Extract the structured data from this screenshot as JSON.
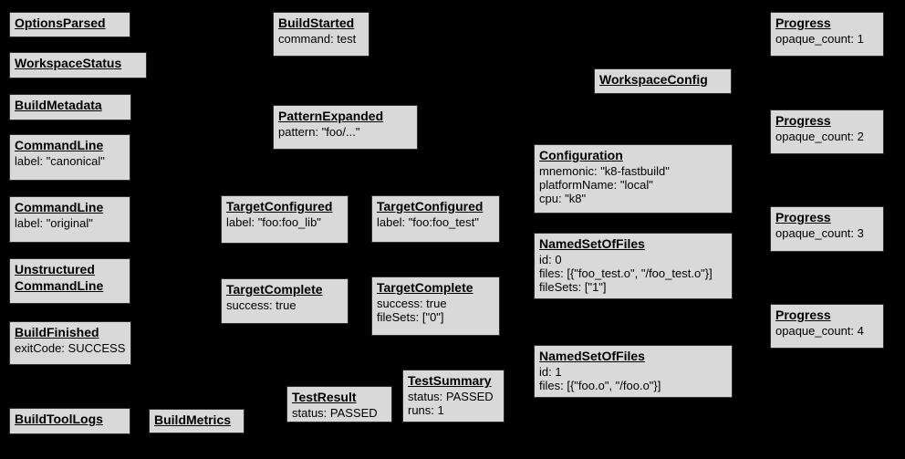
{
  "canvas": {
    "background": "#000000",
    "box_fill": "#d9d9d9",
    "box_border": "#2e2e2e",
    "text_color": "#000000"
  },
  "boxes": [
    {
      "id": "options-parsed",
      "title": "OptionsParsed",
      "lines": []
    },
    {
      "id": "workspace-status",
      "title": "WorkspaceStatus",
      "lines": []
    },
    {
      "id": "build-metadata",
      "title": "BuildMetadata",
      "lines": []
    },
    {
      "id": "command-line-canonical",
      "title": "CommandLine",
      "lines": [
        "label: \"canonical\""
      ]
    },
    {
      "id": "command-line-original",
      "title": "CommandLine",
      "lines": [
        "label: \"original\""
      ]
    },
    {
      "id": "unstructured-command-line",
      "title": "Unstructured\nCommandLine",
      "lines": []
    },
    {
      "id": "build-finished",
      "title": "BuildFinished",
      "lines": [
        "exitCode: SUCCESS"
      ]
    },
    {
      "id": "build-tool-logs",
      "title": "BuildToolLogs",
      "lines": []
    },
    {
      "id": "build-metrics",
      "title": "BuildMetrics",
      "lines": []
    },
    {
      "id": "build-started",
      "title": "BuildStarted",
      "lines": [
        "command: test"
      ]
    },
    {
      "id": "pattern-expanded",
      "title": "PatternExpanded",
      "lines": [
        "pattern: \"foo/...\""
      ]
    },
    {
      "id": "target-configured-foo-lib",
      "title": "TargetConfigured",
      "lines": [
        "label: \"foo:foo_lib\""
      ]
    },
    {
      "id": "target-configured-foo-test",
      "title": "TargetConfigured",
      "lines": [
        "label: \"foo:foo_test\""
      ]
    },
    {
      "id": "target-complete-foo-lib",
      "title": "TargetComplete",
      "lines": [
        "success: true"
      ]
    },
    {
      "id": "target-complete-foo-test",
      "title": "TargetComplete",
      "lines": [
        "success: true",
        "fileSets: [\"0\"]"
      ]
    },
    {
      "id": "test-result",
      "title": "TestResult",
      "lines": [
        "status: PASSED"
      ]
    },
    {
      "id": "test-summary",
      "title": "TestSummary",
      "lines": [
        "status: PASSED",
        "runs: 1"
      ]
    },
    {
      "id": "workspace-config",
      "title": "WorkspaceConfig",
      "lines": []
    },
    {
      "id": "configuration",
      "title": "Configuration",
      "lines": [
        "mnemonic: \"k8-fastbuild\"",
        "platformName: \"local\"",
        "cpu: \"k8\""
      ]
    },
    {
      "id": "named-set-of-files-0",
      "title": "NamedSetOfFiles",
      "lines": [
        "id: 0",
        "files: [{\"foo_test.o\", \"/foo_test.o\"}]",
        "fileSets: [\"1\"]"
      ]
    },
    {
      "id": "named-set-of-files-1",
      "title": "NamedSetOfFiles",
      "lines": [
        "id: 1",
        "files: [{\"foo.o\", \"/foo.o\"}]"
      ]
    },
    {
      "id": "progress-1",
      "title": "Progress",
      "lines": [
        "opaque_count: 1"
      ]
    },
    {
      "id": "progress-2",
      "title": "Progress",
      "lines": [
        "opaque_count: 2"
      ]
    },
    {
      "id": "progress-3",
      "title": "Progress",
      "lines": [
        "opaque_count: 3"
      ]
    },
    {
      "id": "progress-4",
      "title": "Progress",
      "lines": [
        "opaque_count: 4"
      ]
    }
  ]
}
